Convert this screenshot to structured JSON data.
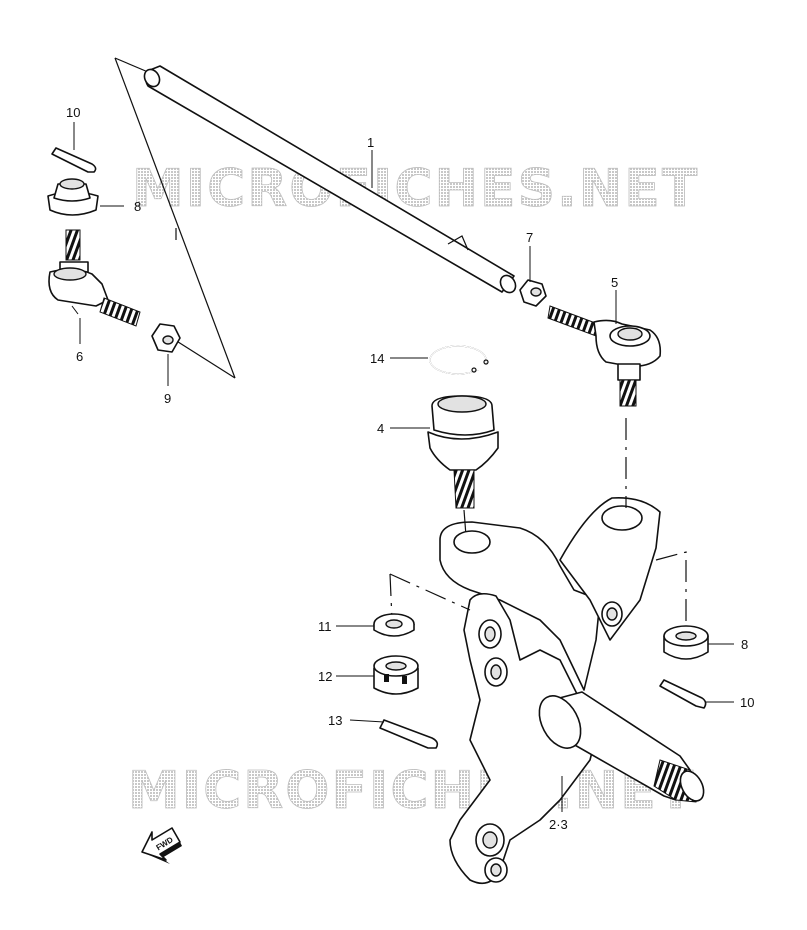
{
  "diagram": {
    "title": "",
    "watermark": "MICROFICHES.NET",
    "fwd_label": "FWD",
    "callouts": [
      {
        "id": "1",
        "label": "1"
      },
      {
        "id": "2-3",
        "label": "2·3"
      },
      {
        "id": "4",
        "label": "4"
      },
      {
        "id": "5",
        "label": "5"
      },
      {
        "id": "6",
        "label": "6"
      },
      {
        "id": "7",
        "label": "7"
      },
      {
        "id": "8a",
        "label": "8"
      },
      {
        "id": "8b",
        "label": "8"
      },
      {
        "id": "9",
        "label": "9"
      },
      {
        "id": "10a",
        "label": "10"
      },
      {
        "id": "10b",
        "label": "10"
      },
      {
        "id": "11",
        "label": "11"
      },
      {
        "id": "12",
        "label": "12"
      },
      {
        "id": "13",
        "label": "13"
      },
      {
        "id": "14",
        "label": "14"
      }
    ],
    "colors": {
      "line": "#111111",
      "shade": "#e2e2e2",
      "watermark": "#cfcfcf"
    }
  }
}
